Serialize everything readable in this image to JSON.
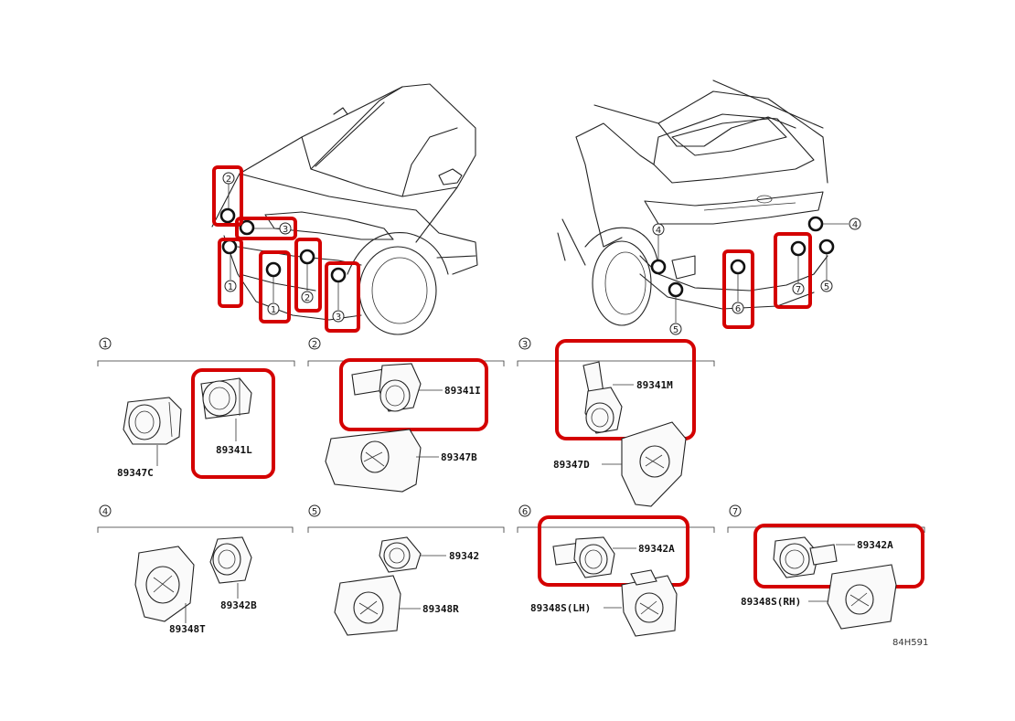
{
  "callouts": [
    "1",
    "2",
    "3",
    "4",
    "5",
    "6",
    "7"
  ],
  "panels": [
    {
      "num": "1",
      "parts": [
        "89347C",
        "89341L"
      ]
    },
    {
      "num": "2",
      "parts": [
        "89341I",
        "89347B"
      ]
    },
    {
      "num": "3",
      "parts": [
        "89341M",
        "89347D"
      ]
    },
    {
      "num": "4",
      "parts": [
        "89348T",
        "89342B"
      ]
    },
    {
      "num": "5",
      "parts": [
        "89342",
        "89348R"
      ]
    },
    {
      "num": "6",
      "parts": [
        "89342A",
        "89348S(LH)"
      ]
    },
    {
      "num": "7",
      "parts": [
        "89342A",
        "89348S(RH)"
      ]
    }
  ],
  "diagram_code": "84H591",
  "colors": {
    "highlight": "#d40000",
    "line": "#222222"
  }
}
